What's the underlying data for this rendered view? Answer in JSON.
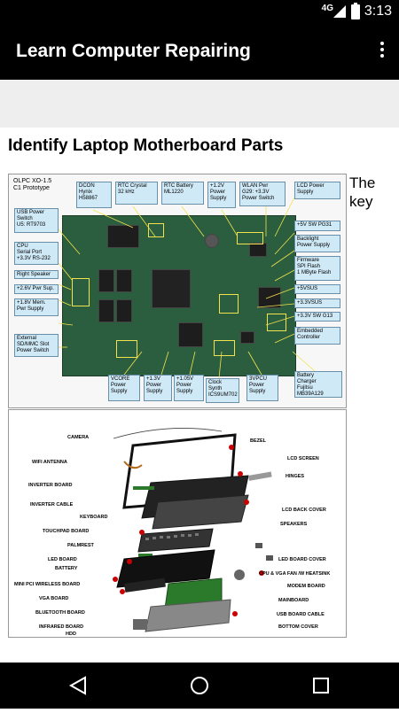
{
  "status_bar": {
    "network": "4G",
    "time": "3:13"
  },
  "app_bar": {
    "title": "Learn Computer Repairing"
  },
  "article": {
    "heading": "Identify Laptop Motherboard Parts",
    "side_text": "The key"
  },
  "figure1": {
    "title_lines": [
      "OLPC XO-1.5",
      "C1 Prototype"
    ],
    "labels": {
      "dcon": "DCON\nHynix\nH58867",
      "rtc_crystal": "RTC Crystal\n32 kHz",
      "rtc_battery": "RTC Battery\nML1220",
      "v12_power": "+1.2V\nPower\nSupply",
      "wlan_pwr": "WLAN Pwr\nG29: +3.3V\nPower Switch",
      "lcd_power": "LCD Power\nSupply",
      "usb_power": "USB Power\nSwitch\nU5: RT9703",
      "cpu_serial": "CPU\nSerial Port\n+3.3V RS-232",
      "right_speaker": "Right Speaker",
      "v26_pwr": "+2.6V Pwr Sup.",
      "v18_mem": "+1.8V Mem.\nPwr Supply",
      "external_sd": "External\nSD/MMC Slot\nPower Switch",
      "v5_sw": "+5V SW   PG31",
      "backlight": "Backlight\nPower Supply",
      "firmware": "Firmware\nSPI Flash\n1 MByte Flash",
      "v5vsus": "+5VSUS",
      "v33vsus": "+3.3VSUS",
      "v33_sw": "+3.3V SW   G13",
      "embedded": "Embedded\nController",
      "vcore": "VCORE\nPower\nSupply",
      "v13_power": "+1.3V\nPower\nSupply",
      "v105_power": "+1.05V\nPower\nSupply",
      "clock_synth": "Clock\nSynth\nICS9UM702",
      "v3pcu_power": "3VPCU\nPower\nSupply",
      "battery_charger": "Battery\nCharger\nFujitsu MB39A129"
    }
  },
  "figure2": {
    "labels": {
      "camera": "CAMERA",
      "bezel": "BEZEL",
      "wifi_antenna": "WIFI ANTENNA",
      "lcd_screen": "LCD SCREEN",
      "inverter_board": "INVERTER BOARD",
      "hinges": "HINGES",
      "inverter_cable": "INVERTER CABLE",
      "lcd_back_cover": "LCD BACK COVER",
      "keyboard": "KEYBOARD",
      "speakers": "SPEAKERS",
      "touchpad_board": "TOUCHPAD BOARD",
      "palmrest": "PALMREST",
      "led_board": "LED BOARD",
      "led_board_cover": "LED BOARD COVER",
      "battery": "BATTERY",
      "cpu_vga_fan": "CPU & VGA FAN /W HEATSINK",
      "mini_pci": "MINI PCI WIRELESS BOARD",
      "modem_board": "MODEM BOARD",
      "vga_board": "VGA BOARD",
      "mainboard": "MAINBOARD",
      "bluetooth": "BLUETOOTH BOARD",
      "usb_cable": "USB BOARD CABLE",
      "infrared": "INFRARED BOARD",
      "bottom_cover": "BOTTOM COVER",
      "hdd": "HDD"
    }
  }
}
